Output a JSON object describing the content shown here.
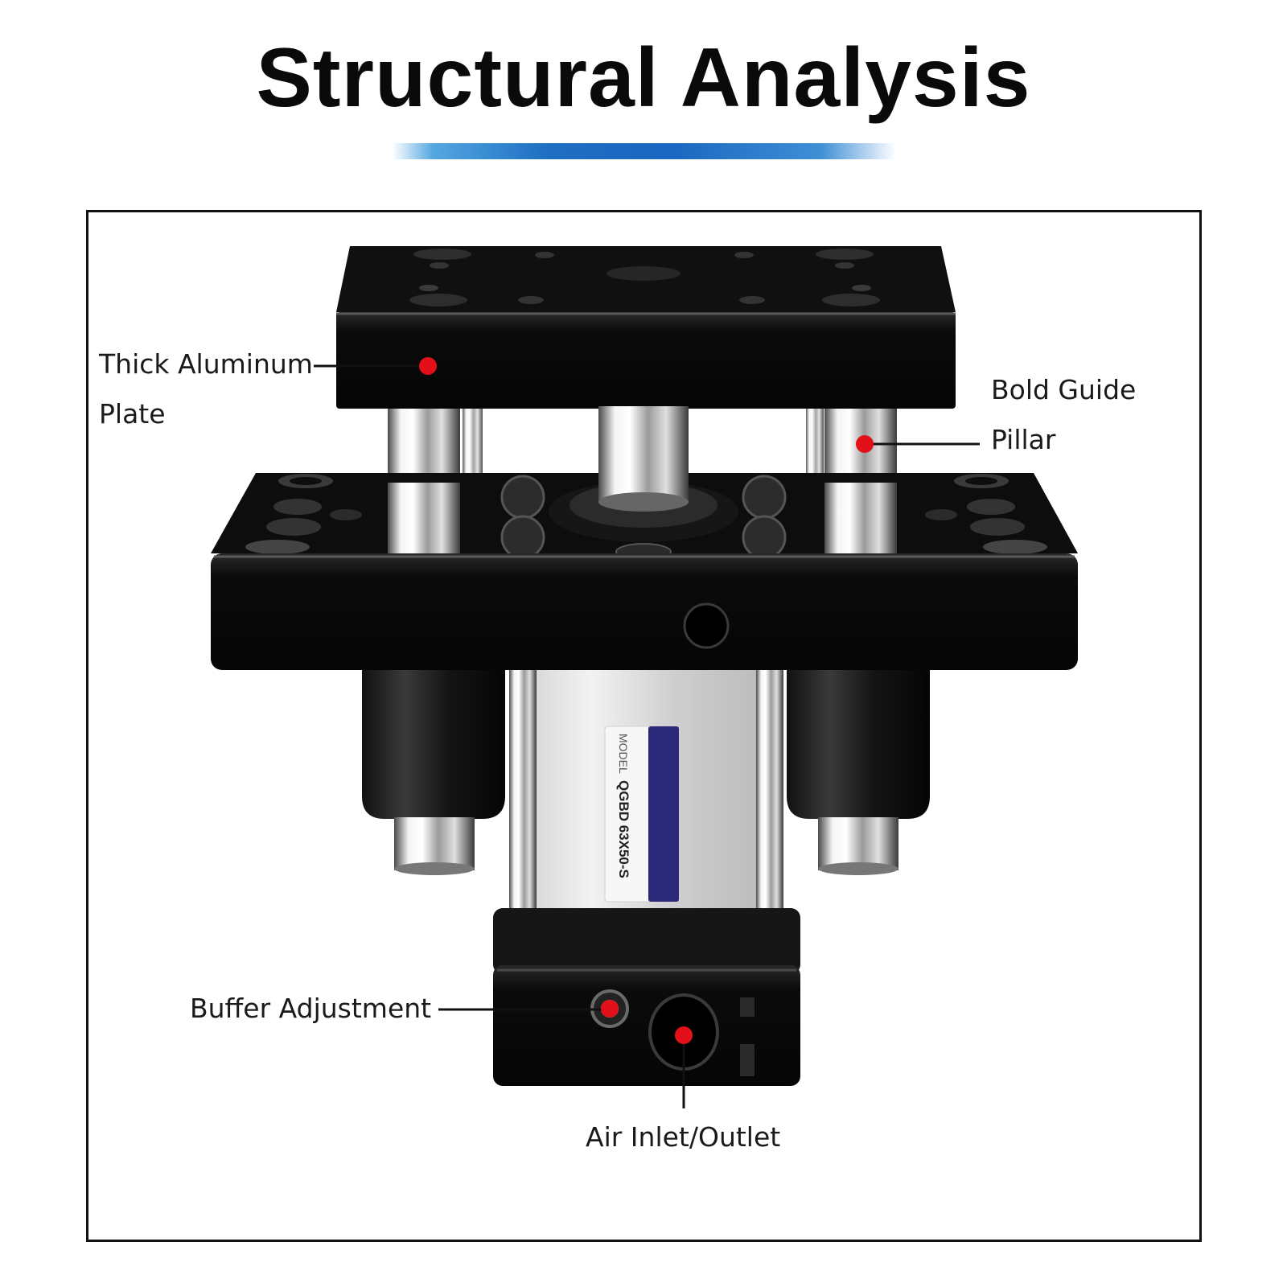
{
  "title": "Structural Analysis",
  "colors": {
    "accent_start": "#54a8e0",
    "accent_end": "#1a66c0",
    "marker": "#e3101a",
    "frame": "#111111",
    "body": "#0b0b0b",
    "label_band": "#2b2a7a"
  },
  "labels": {
    "plate_line1": "Thick Aluminum",
    "plate_line2": "Plate",
    "pillar_line1": "Bold Guide",
    "pillar_line2": "Pillar",
    "buffer": "Buffer Adjustment",
    "air": "Air Inlet/Outlet"
  },
  "product_label": {
    "model_prefix": "MODEL",
    "model_number": "QGBD 63X50-S"
  }
}
